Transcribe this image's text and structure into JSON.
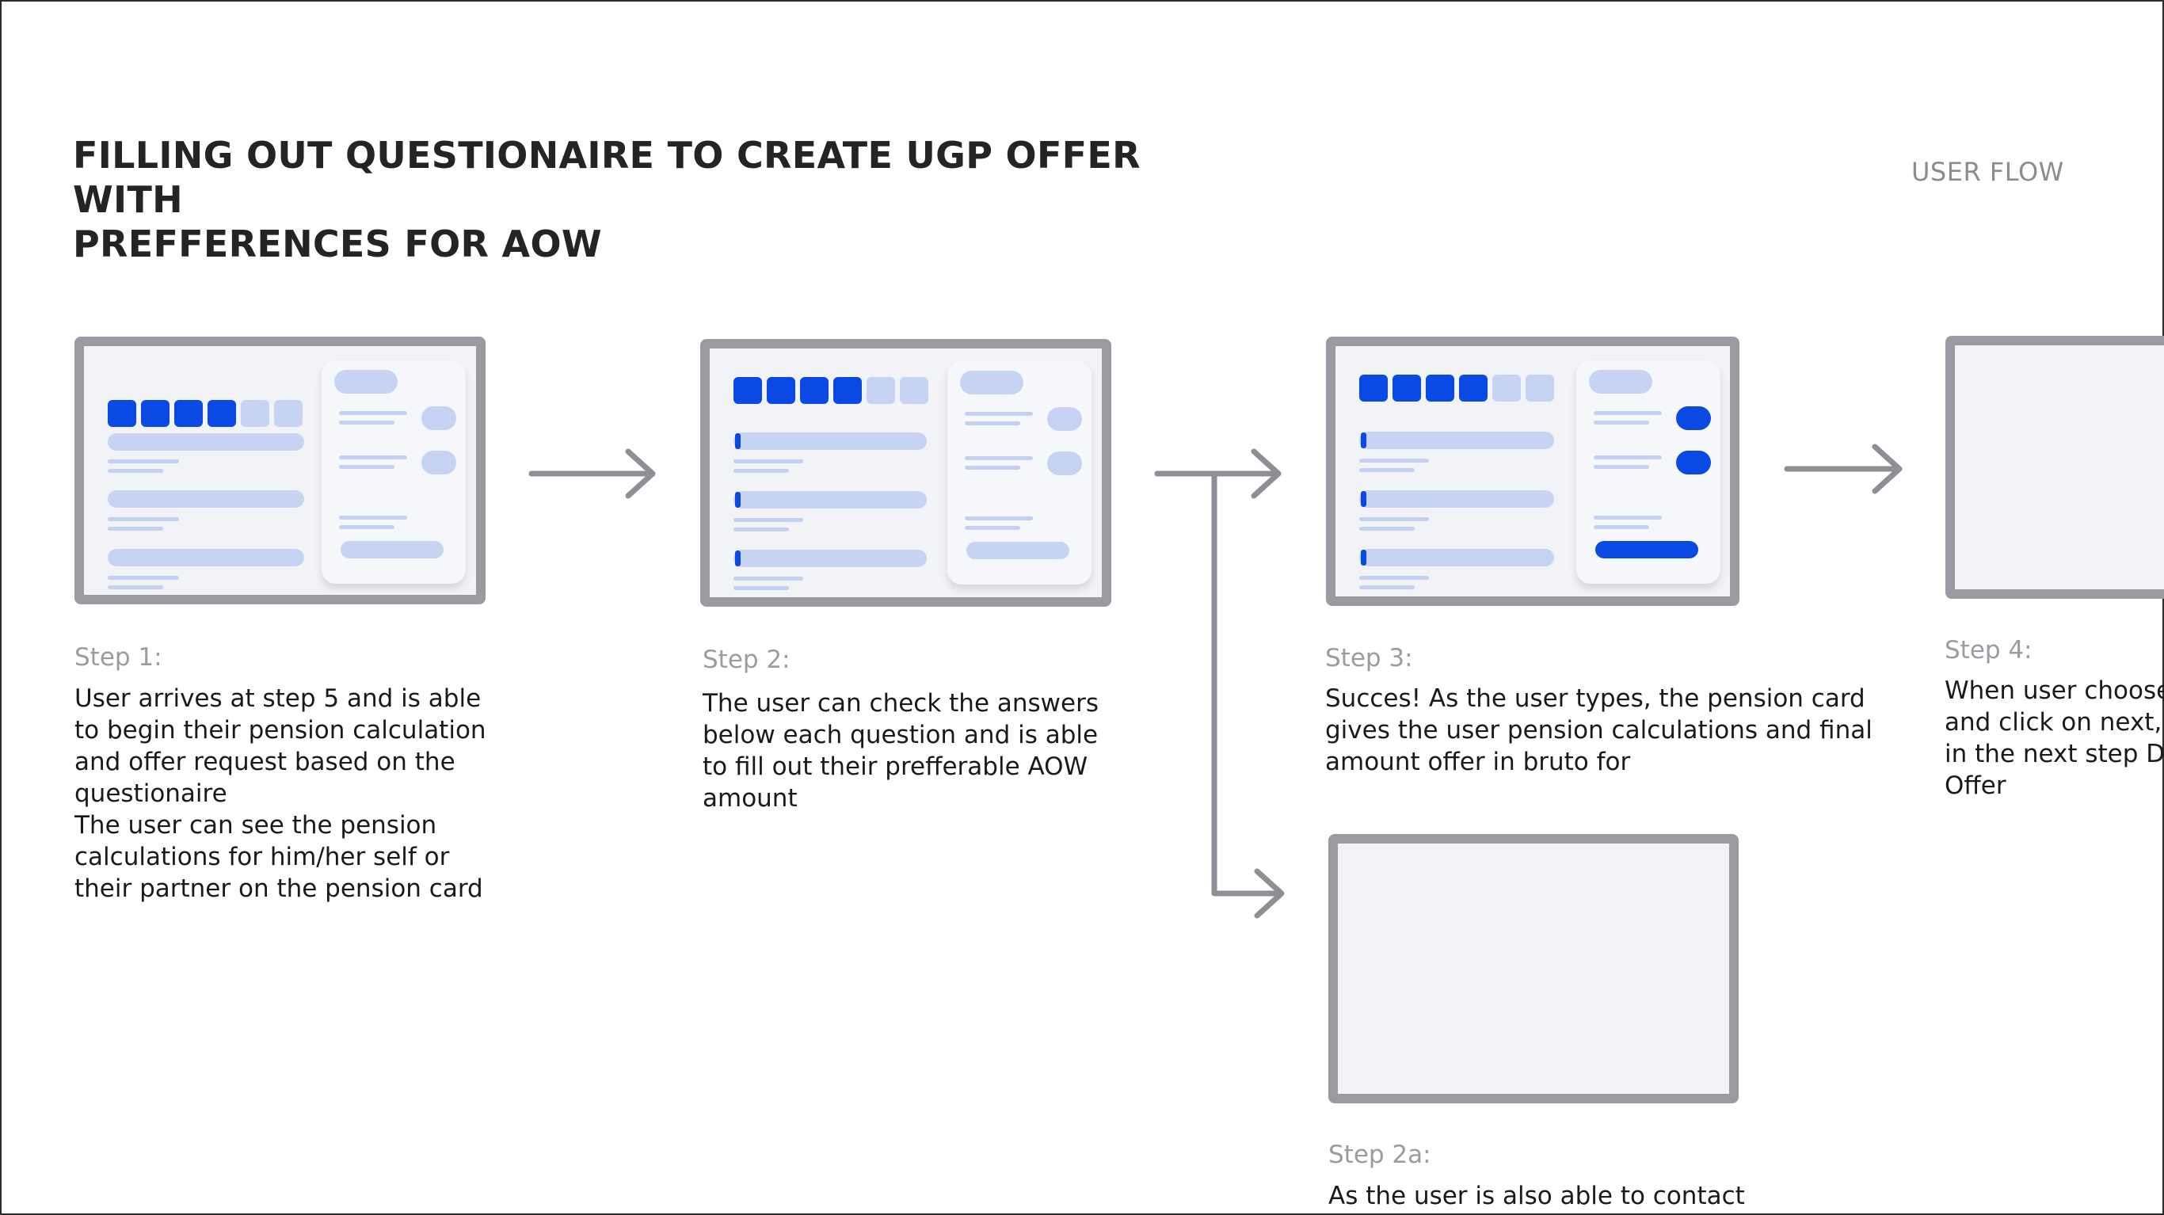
{
  "header": {
    "title_lines": [
      "FILLING OUT QUESTIONAIRE TO CREATE UGP OFFER WITH",
      "PREFFERENCES FOR AOW"
    ],
    "section_label": "USER FLOW"
  },
  "steps": [
    {
      "label": "Step 1:",
      "lines": [
        "User arrives at step 5 and is able",
        "to begin their pension calculation",
        "and offer request based on the",
        "questionaire",
        "The user can see the pension",
        "calculations for him/her self or",
        "their partner on the pension card"
      ]
    },
    {
      "label": "Step 2:",
      "lines": [
        "The user can check the answers",
        "below each question and is able",
        "to fill out their prefferable AOW",
        "amount"
      ]
    },
    {
      "label": "Step 3:",
      "lines": [
        "Succes! As the user types, the pension card",
        "gives the user pension calculations and final",
        "amount offer in bruto for"
      ]
    },
    {
      "label": "Step 4:",
      "lines": [
        "When user chooses",
        "and click on next, s",
        "in the next step Do",
        "Offer"
      ]
    },
    {
      "label": "Step 2a:",
      "lines": [
        "As the user is also able to contact"
      ]
    }
  ],
  "colors": {
    "accent": "#0a49e3",
    "accent_pale": "#c6d3f3",
    "frame": "#9a9ba0",
    "arrow": "#8e8f94"
  }
}
